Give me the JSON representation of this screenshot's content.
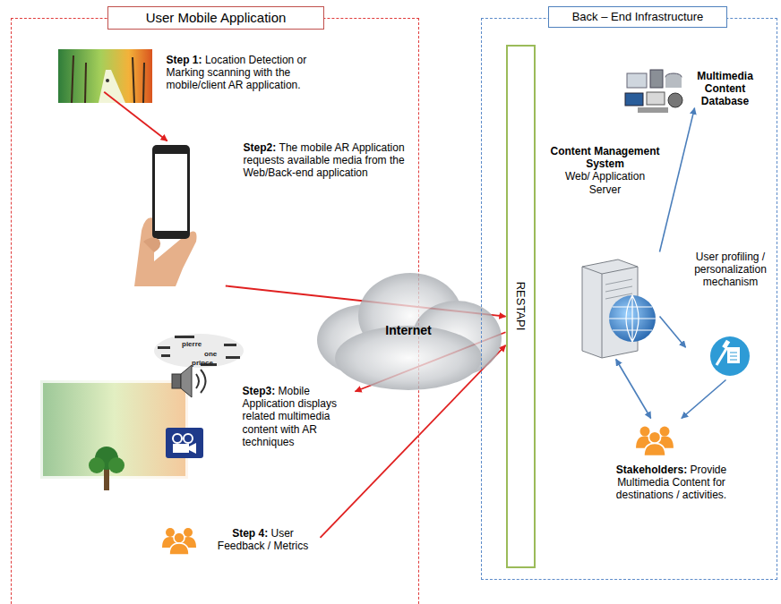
{
  "diagram": {
    "nodes": [
      {
        "text": [
          "User Mobile Application"
        ]
      },
      {
        "text": [
          "Step 1:",
          "Location Detection or Marking scanning with the mobile/client AR application."
        ],
        "in": 0
      },
      {
        "text": [
          "Step2:",
          "The mobile AR Application requests available media from the Web/Back-end application"
        ],
        "in": 0
      },
      {
        "text": [
          "Step3:",
          "Mobile Application displays related multimedia content with AR techniques"
        ],
        "in": 0
      },
      {
        "text": [
          "Step 4:",
          "User Feedback / Metrics"
        ],
        "in": 0
      },
      {
        "text": [
          "Internet"
        ]
      },
      {
        "text": [
          "Back – End Infrastructure"
        ]
      },
      {
        "text": [
          "RESTAPI"
        ],
        "in": 6
      },
      {
        "text": [
          "Multimedia Content Database"
        ],
        "in": 6
      },
      {
        "text": [
          "Content Management System",
          "Web/ Application Server"
        ],
        "in": 6
      },
      {
        "text": [
          "User profiling / personalization mechanism"
        ],
        "in": 6
      },
      {
        "text": [
          "Stakeholders:",
          "Provide Multimedia Content for destinations / activities."
        ],
        "in": 6
      }
    ],
    "edges": [
      {
        "from": 1,
        "to": 2,
        "arrow": "to"
      },
      {
        "from": 2,
        "to": 7,
        "arrow": "to"
      },
      {
        "from": 7,
        "to": 3,
        "arrow": "to"
      },
      {
        "from": 4,
        "to": 7,
        "arrow": "to"
      },
      {
        "from": 9,
        "to": 8,
        "arrow": "to"
      },
      {
        "from": 9,
        "to": 10,
        "arrow": "to"
      },
      {
        "from": 9,
        "to": 11,
        "arrow": "both"
      },
      {
        "from": 10,
        "to": 11,
        "arrow": "to"
      }
    ],
    "labels": [
      "pierre",
      "one",
      "prince"
    ]
  }
}
